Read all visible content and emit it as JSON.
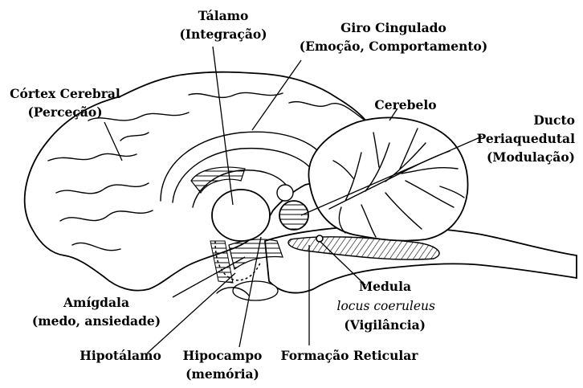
{
  "labels": {
    "talamo": {
      "title": "Tálamo",
      "sub": "(Integração)"
    },
    "giro": {
      "title": "Giro Cingulado",
      "sub": "(Emoção, Comportamento)"
    },
    "cortex": {
      "title": "Córtex Cerebral",
      "sub": "(Perceção)"
    },
    "cerebelo": {
      "title": "Cerebelo"
    },
    "ducto": {
      "line1": "Ducto",
      "line2": "Periaquedutal",
      "line3": "(Modulação)"
    },
    "medula": {
      "title": "Medula",
      "sub": "locus coeruleus",
      "sub2": "(Vigilância)"
    },
    "amigdala": {
      "title": "Amígdala",
      "sub": "(medo, ansiedade)"
    },
    "hipotalamo": {
      "title": "Hipotálamo"
    },
    "hipocampo": {
      "title": "Hipocampo",
      "sub": "(memória)"
    },
    "formacao": {
      "title": "Formação Reticular"
    }
  }
}
